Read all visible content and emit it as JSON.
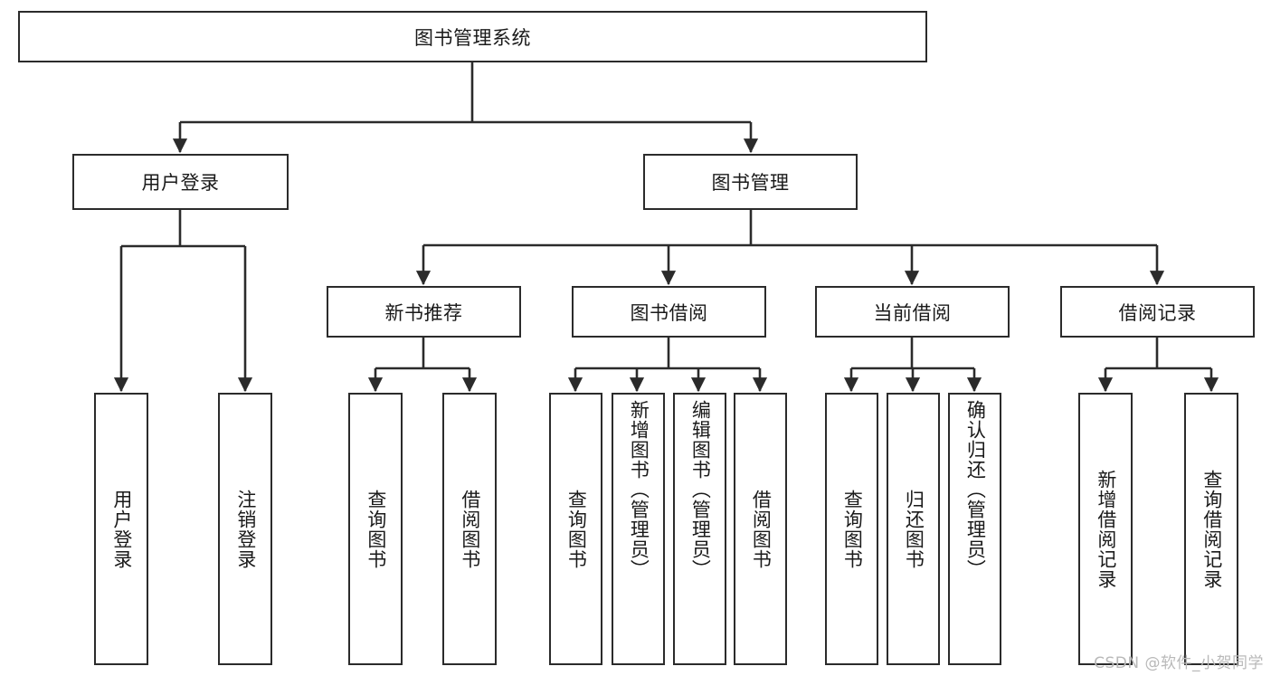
{
  "diagram": {
    "type": "tree-hierarchy-flowchart",
    "title": "图书管理系统",
    "colors": {
      "box_border": "#2b2b2b",
      "box_fill": "#ffffff",
      "connector": "#2b2b2b",
      "text": "#1a1a1a",
      "watermark": "#b9b9b9",
      "background": "#ffffff"
    },
    "nodes": {
      "root": {
        "label": "图书管理系统",
        "level": 1,
        "orientation": "horizontal"
      },
      "l2": [
        {
          "id": "user-login",
          "label": "用户登录",
          "level": 2,
          "orientation": "horizontal"
        },
        {
          "id": "book-manage",
          "label": "图书管理",
          "level": 2,
          "orientation": "horizontal"
        }
      ],
      "l3": [
        {
          "id": "new-book-rec",
          "label": "新书推荐",
          "level": 3,
          "orientation": "horizontal"
        },
        {
          "id": "book-borrow",
          "label": "图书借阅",
          "level": 3,
          "orientation": "horizontal"
        },
        {
          "id": "current-borrow",
          "label": "当前借阅",
          "level": 3,
          "orientation": "horizontal"
        },
        {
          "id": "borrow-record",
          "label": "借阅记录",
          "level": 3,
          "orientation": "horizontal"
        }
      ],
      "leaves": [
        {
          "id": "leaf-user-login",
          "label": "用户登录",
          "parent": "user-login",
          "orientation": "vertical"
        },
        {
          "id": "leaf-user-logout",
          "label": "注销登录",
          "parent": "user-login",
          "orientation": "vertical"
        },
        {
          "id": "leaf-query-book-1",
          "label": "查询图书",
          "parent": "new-book-rec",
          "orientation": "vertical"
        },
        {
          "id": "leaf-borrow-book-1",
          "label": "借阅图书",
          "parent": "new-book-rec",
          "orientation": "vertical"
        },
        {
          "id": "leaf-query-book-2",
          "label": "查询图书",
          "parent": "book-borrow",
          "orientation": "vertical"
        },
        {
          "id": "leaf-add-book",
          "label": "新增图书（管理员）",
          "parent": "book-borrow",
          "orientation": "vertical"
        },
        {
          "id": "leaf-edit-book",
          "label": "编辑图书（管理员）",
          "parent": "book-borrow",
          "orientation": "vertical"
        },
        {
          "id": "leaf-borrow-book-2",
          "label": "借阅图书",
          "parent": "book-borrow",
          "orientation": "vertical"
        },
        {
          "id": "leaf-query-book-3",
          "label": "查询图书",
          "parent": "current-borrow",
          "orientation": "vertical"
        },
        {
          "id": "leaf-return-book",
          "label": "归还图书",
          "parent": "current-borrow",
          "orientation": "vertical"
        },
        {
          "id": "leaf-confirm-return",
          "label": "确认归还（管理员）",
          "parent": "current-borrow",
          "orientation": "vertical"
        },
        {
          "id": "leaf-add-record",
          "label": "新增借阅记录",
          "parent": "borrow-record",
          "orientation": "vertical"
        },
        {
          "id": "leaf-query-record",
          "label": "查询借阅记录",
          "parent": "borrow-record",
          "orientation": "vertical"
        }
      ]
    },
    "watermark": "CSDN @软件_小贺同学"
  }
}
